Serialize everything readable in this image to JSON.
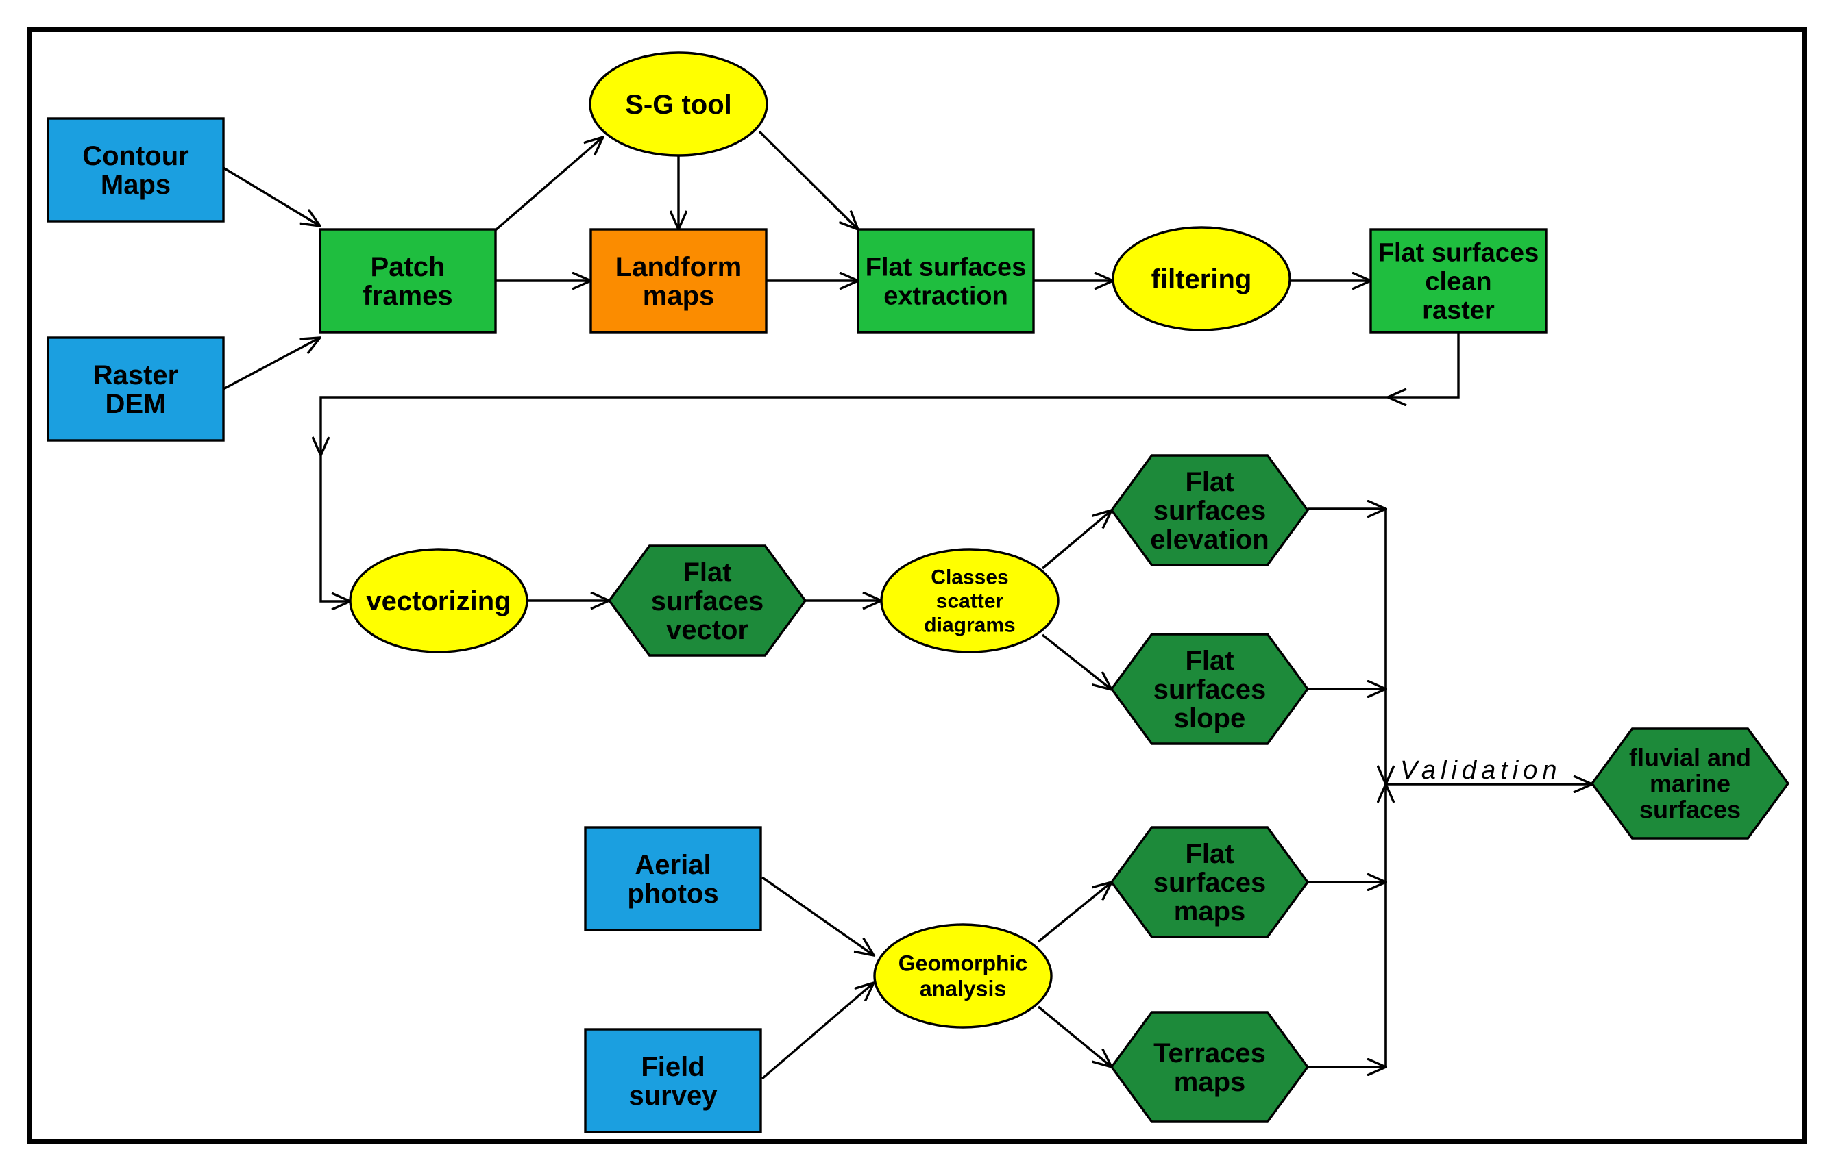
{
  "diagram": {
    "colors": {
      "input": "#1b9fe0",
      "process": "#1fbe3f",
      "landform": "#fb8c00",
      "operation": "#ffff00",
      "product": "#1d8a3a",
      "line": "#000000"
    },
    "nodes": [
      {
        "id": "contour",
        "label": [
          "Contour",
          "Maps"
        ],
        "shape": "rect",
        "kind": "input"
      },
      {
        "id": "raster",
        "label": [
          "Raster",
          "DEM"
        ],
        "shape": "rect",
        "kind": "input"
      },
      {
        "id": "patch",
        "label": [
          "Patch",
          "frames"
        ],
        "shape": "rect",
        "kind": "process"
      },
      {
        "id": "sg",
        "label": [
          "S-G tool"
        ],
        "shape": "ellipse",
        "kind": "operation"
      },
      {
        "id": "landform",
        "label": [
          "Landform",
          "maps"
        ],
        "shape": "rect",
        "kind": "landform"
      },
      {
        "id": "extract",
        "label": [
          "Flat surfaces",
          "extraction"
        ],
        "shape": "rect",
        "kind": "process"
      },
      {
        "id": "filtering",
        "label": [
          "filtering"
        ],
        "shape": "ellipse",
        "kind": "operation"
      },
      {
        "id": "clean",
        "label": [
          "Flat surfaces",
          "clean",
          "raster"
        ],
        "shape": "rect",
        "kind": "process"
      },
      {
        "id": "vectorizing",
        "label": [
          "vectorizing"
        ],
        "shape": "ellipse",
        "kind": "operation"
      },
      {
        "id": "fsvector",
        "label": [
          "Flat",
          "surfaces",
          "vector"
        ],
        "shape": "hexagon",
        "kind": "product"
      },
      {
        "id": "classes",
        "label": [
          "Classes",
          "scatter",
          "diagrams"
        ],
        "shape": "ellipse",
        "kind": "operation"
      },
      {
        "id": "fselev",
        "label": [
          "Flat",
          "surfaces",
          "elevation"
        ],
        "shape": "hexagon",
        "kind": "product"
      },
      {
        "id": "fsslope",
        "label": [
          "Flat",
          "surfaces",
          "slope"
        ],
        "shape": "hexagon",
        "kind": "product"
      },
      {
        "id": "aerial",
        "label": [
          "Aerial",
          "photos"
        ],
        "shape": "rect",
        "kind": "input"
      },
      {
        "id": "field",
        "label": [
          "Field",
          "survey"
        ],
        "shape": "rect",
        "kind": "input"
      },
      {
        "id": "geomorph",
        "label": [
          "Geomorphic",
          "analysis"
        ],
        "shape": "ellipse",
        "kind": "operation"
      },
      {
        "id": "fsmaps",
        "label": [
          "Flat",
          "surfaces",
          "maps"
        ],
        "shape": "hexagon",
        "kind": "product"
      },
      {
        "id": "terraces",
        "label": [
          "Terraces",
          "maps"
        ],
        "shape": "hexagon",
        "kind": "product"
      },
      {
        "id": "fluvial",
        "label": [
          "fluvial and",
          "marine",
          "surfaces"
        ],
        "shape": "hexagon",
        "kind": "product"
      }
    ],
    "validation_label": "Validation"
  }
}
